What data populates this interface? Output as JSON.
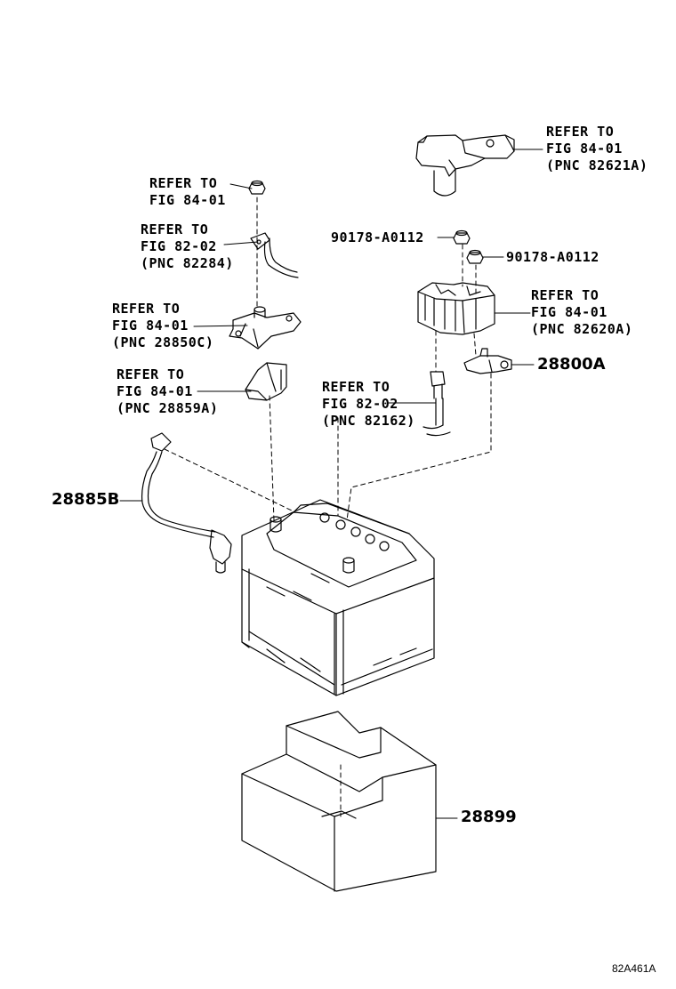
{
  "callouts": {
    "ref_82621A": {
      "l1": "REFER TO",
      "l2": "FIG 84-01",
      "l3": "(PNC 82621A)"
    },
    "ref_nut_top": {
      "l1": "REFER TO",
      "l2": "FIG 84-01"
    },
    "ref_82284": {
      "l1": "REFER TO",
      "l2": "FIG 82-02",
      "l3": "(PNC 82284)"
    },
    "ref_28850C": {
      "l1": "REFER TO",
      "l2": "FIG 84-01",
      "l3": "(PNC 28850C)"
    },
    "ref_28859A": {
      "l1": "REFER TO",
      "l2": "FIG 84-01",
      "l3": "(PNC 28859A)"
    },
    "ref_82162": {
      "l1": "REFER TO",
      "l2": "FIG 82-02",
      "l3": "(PNC 82162)"
    },
    "ref_82620A": {
      "l1": "REFER TO",
      "l2": "FIG 84-01",
      "l3": "(PNC 82620A)"
    }
  },
  "part_numbers": {
    "nut_left": "90178-A0112",
    "nut_right": "90178-A0112",
    "p28800A": "28800A",
    "p28885B": "28885B",
    "p28899": "28899"
  },
  "figure_code": "82A461A"
}
